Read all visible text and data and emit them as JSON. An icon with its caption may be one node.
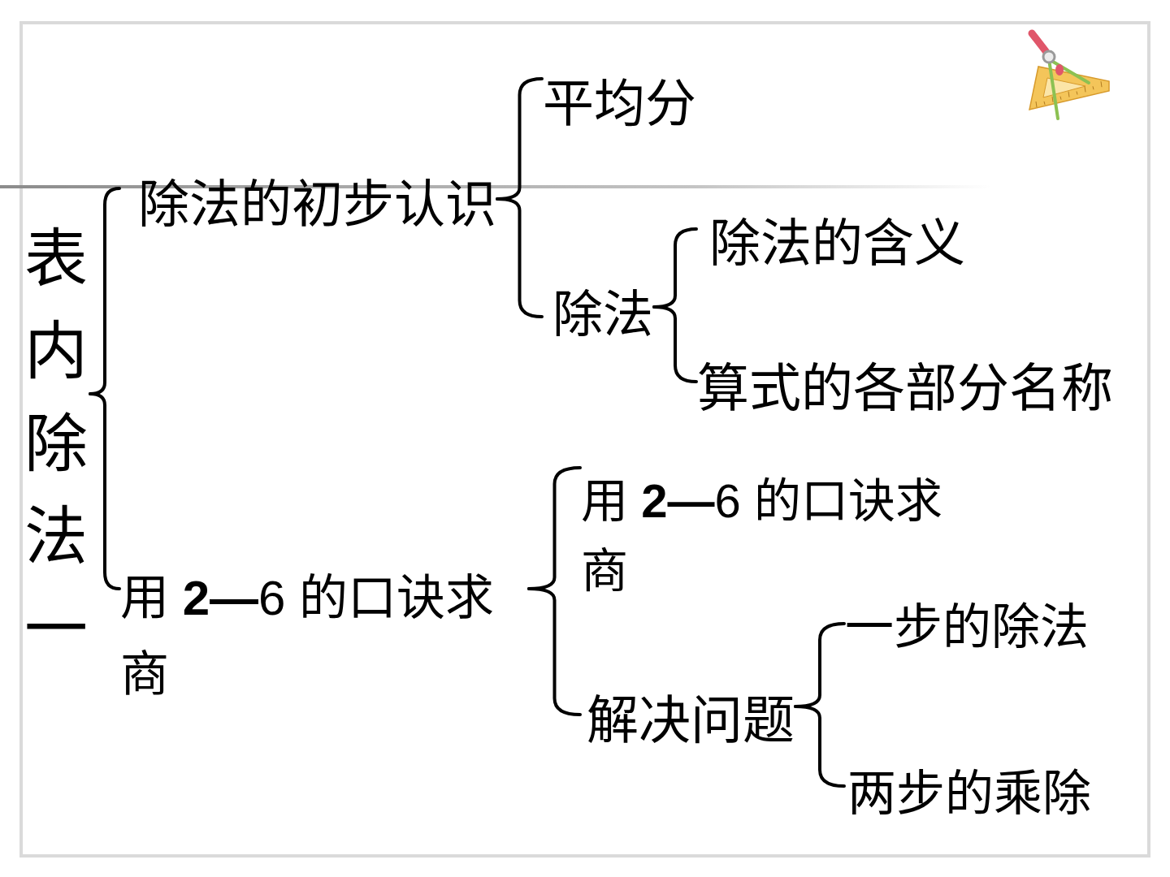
{
  "diagram": {
    "nodes": [
      {
        "text": [
          "表内除法一"
        ]
      },
      {
        "text": [
          "除法的初步认识"
        ]
      },
      {
        "text": [
          "平均分"
        ]
      },
      {
        "text": [
          "除法"
        ]
      },
      {
        "text": [
          "除法的含义"
        ]
      },
      {
        "text": [
          "算式的各部分名称"
        ]
      },
      {
        "text": [
          "用 **2—**6 的口诀求商"
        ]
      },
      {
        "text": [
          "用 **2—**6 的口诀求商"
        ]
      },
      {
        "text": [
          "解决问题"
        ]
      },
      {
        "text": [
          "一步的除法"
        ]
      },
      {
        "text": [
          "两步的乘除"
        ]
      }
    ],
    "edges": [
      {
        "from": 0,
        "to": 1,
        "arrow": "none"
      },
      {
        "from": 0,
        "to": 6,
        "arrow": "none"
      },
      {
        "from": 1,
        "to": 2,
        "arrow": "none"
      },
      {
        "from": 1,
        "to": 3,
        "arrow": "none"
      },
      {
        "from": 3,
        "to": 4,
        "arrow": "none"
      },
      {
        "from": 3,
        "to": 5,
        "arrow": "none"
      },
      {
        "from": 6,
        "to": 7,
        "arrow": "none"
      },
      {
        "from": 6,
        "to": 8,
        "arrow": "none"
      },
      {
        "from": 8,
        "to": 9,
        "arrow": "none"
      },
      {
        "from": 8,
        "to": 10,
        "arrow": "none"
      }
    ]
  }
}
